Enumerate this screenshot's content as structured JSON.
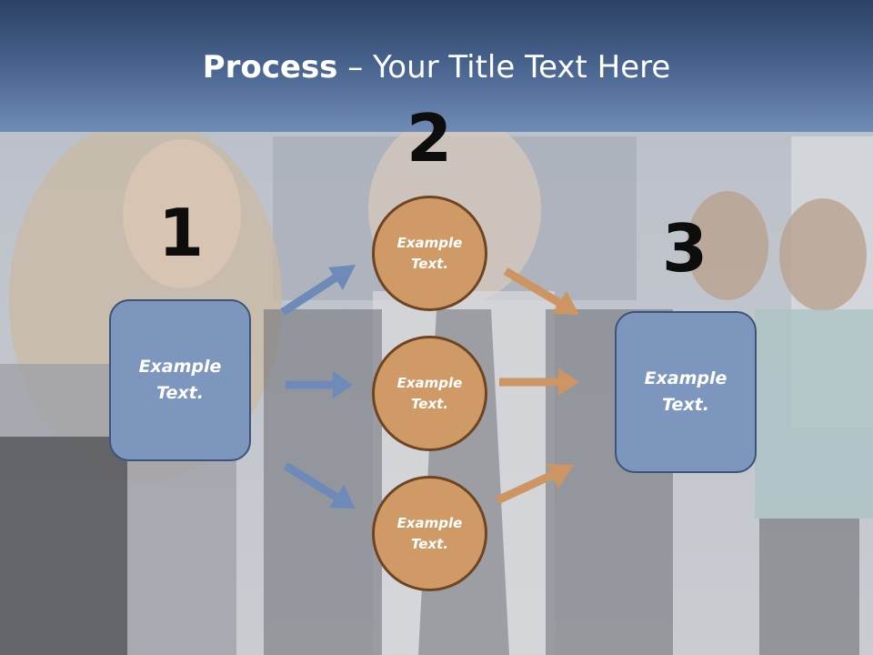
{
  "slide": {
    "title_bold": "Process",
    "title_rest": " – Your Title Text Here"
  },
  "steps": {
    "one": "1",
    "two": "2",
    "three": "3"
  },
  "left_box": {
    "line1": "Example",
    "line2": "Text."
  },
  "right_box": {
    "line1": "Example",
    "line2": "Text."
  },
  "circles": [
    {
      "line1": "Example",
      "line2": "Text."
    },
    {
      "line1": "Example",
      "line2": "Text."
    },
    {
      "line1": "Example",
      "line2": "Text."
    }
  ],
  "colors": {
    "header": "#45608a",
    "box_fill": "#7d96bd",
    "circle_fill": "#cf9a66",
    "blue_arrow": "#6e8ab8",
    "orange_arrow": "#cc9561"
  }
}
